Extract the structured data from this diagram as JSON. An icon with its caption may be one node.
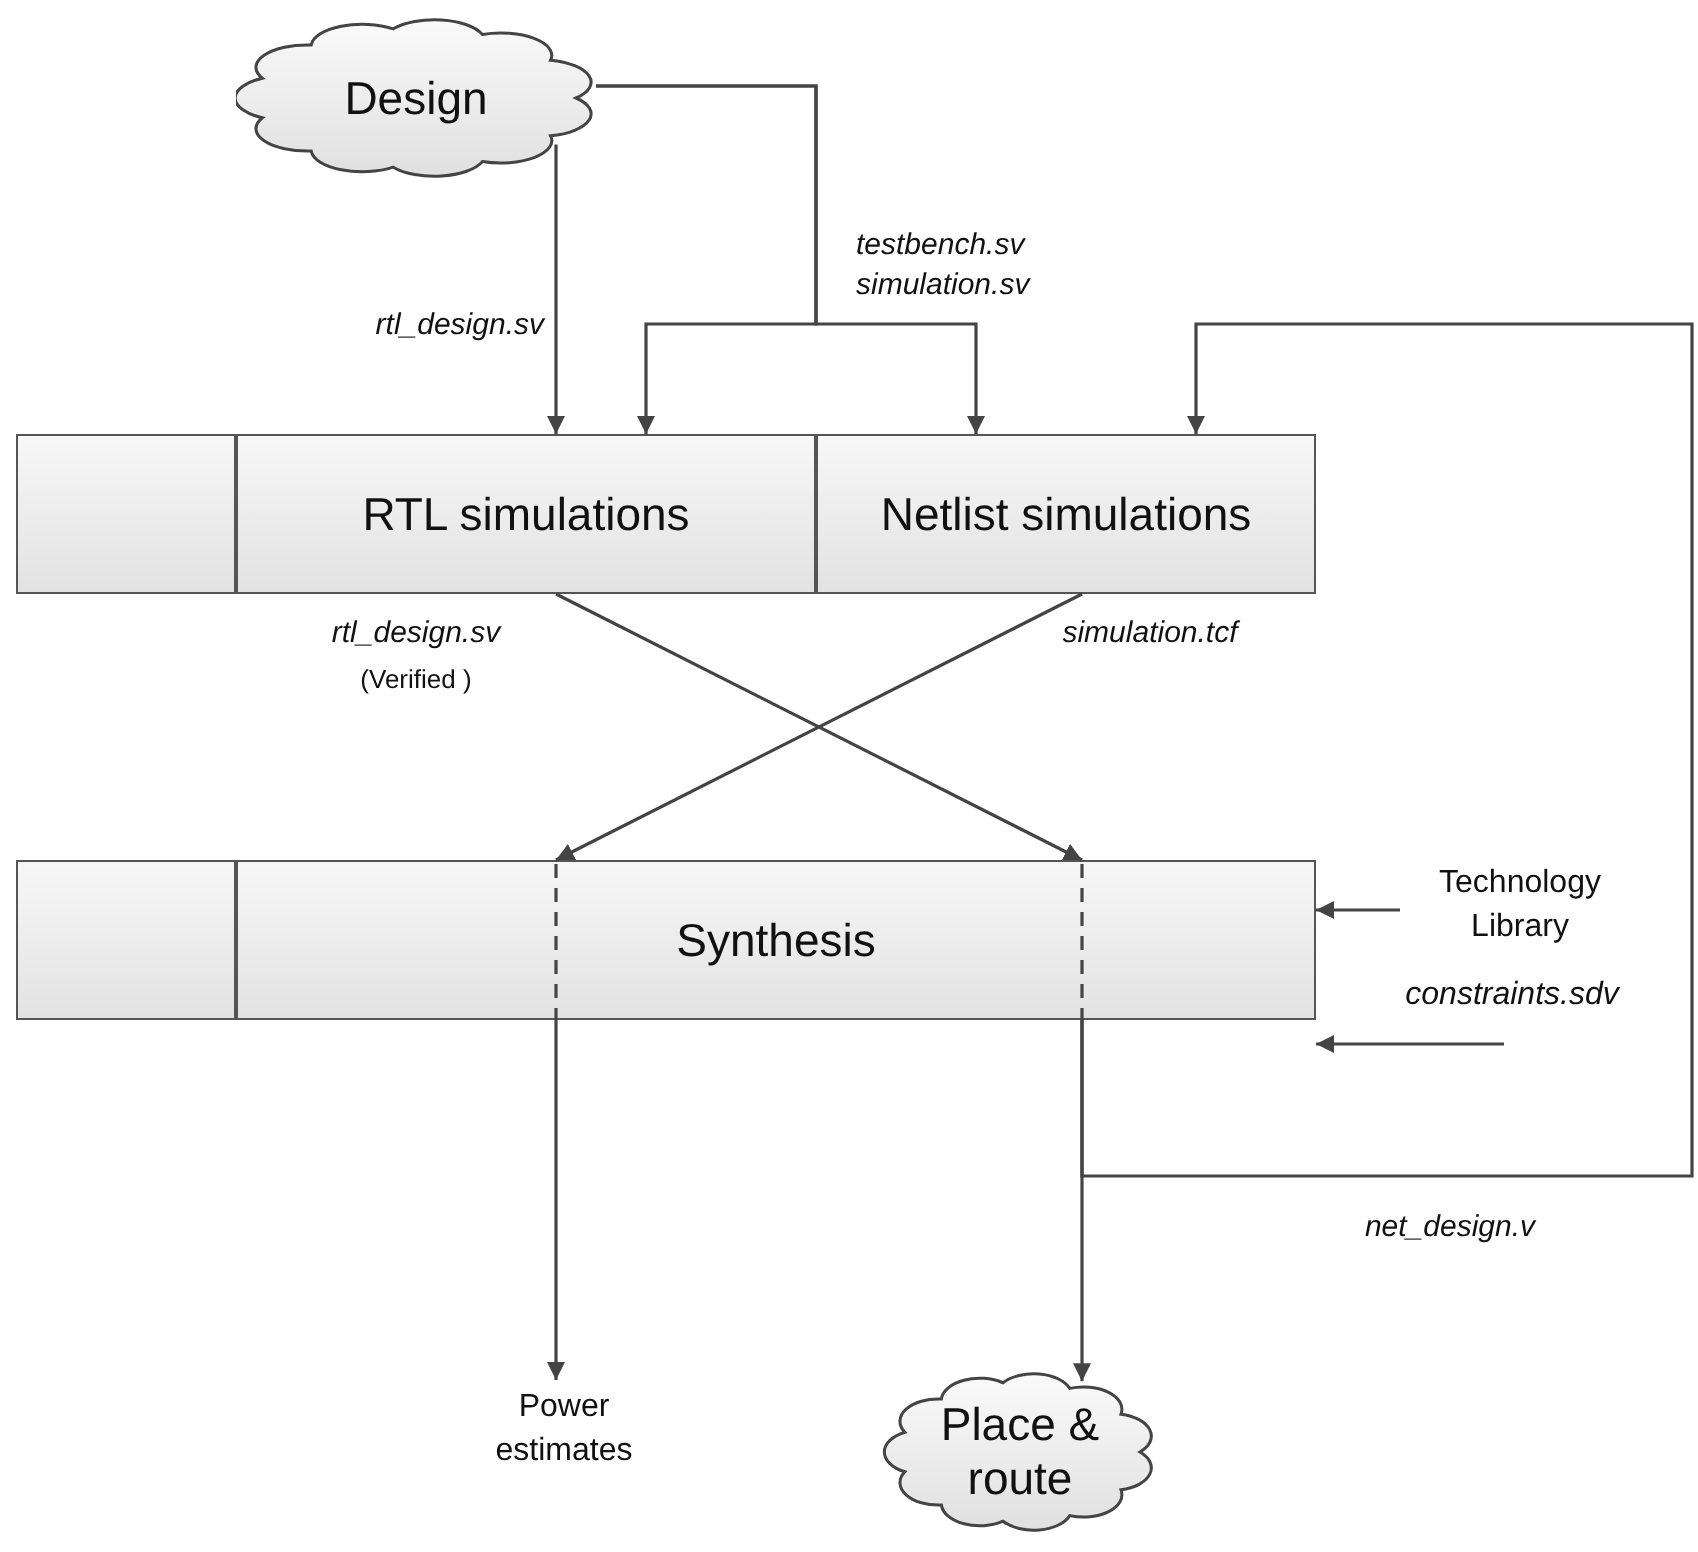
{
  "diagram": {
    "nodes": [
      {
        "text": [
          "Design"
        ]
      },
      {
        "text": [],
        "shape": "box"
      },
      {
        "text": [
          "RTL simulations"
        ]
      },
      {
        "text": [
          "Netlist simulations"
        ]
      },
      {
        "text": [],
        "shape": "box"
      },
      {
        "text": [
          "Synthesis"
        ]
      },
      {
        "text": [
          "Technology Library"
        ]
      },
      {
        "text": [
          "constraints.sdv"
        ]
      },
      {
        "text": [
          "Power estimates"
        ]
      },
      {
        "text": [
          "Place & route"
        ]
      }
    ],
    "edges": [
      {
        "from": 0,
        "to": 2,
        "arrow": "to",
        "label": "rtl_design.sv"
      },
      {
        "from": 0,
        "to": 2,
        "arrow": "to",
        "label": "testbench.sv simulation.sv"
      },
      {
        "from": 0,
        "to": 3,
        "arrow": "to"
      },
      {
        "from": 2,
        "to": 5,
        "arrow": "to",
        "label": "rtl_design.sv"
      },
      {
        "from": 3,
        "to": 5,
        "arrow": "to",
        "label": "simulation.tcf"
      },
      {
        "from": 6,
        "to": 5,
        "arrow": "to"
      },
      {
        "from": 7,
        "to": 5,
        "arrow": "to"
      },
      {
        "from": 5,
        "to": 8,
        "arrow": "to"
      },
      {
        "from": 5,
        "to": 9,
        "arrow": "to"
      },
      {
        "from": 5,
        "to": 3,
        "arrow": "to",
        "label": "net_design.v"
      }
    ],
    "labels": [
      "(Verified )"
    ]
  }
}
